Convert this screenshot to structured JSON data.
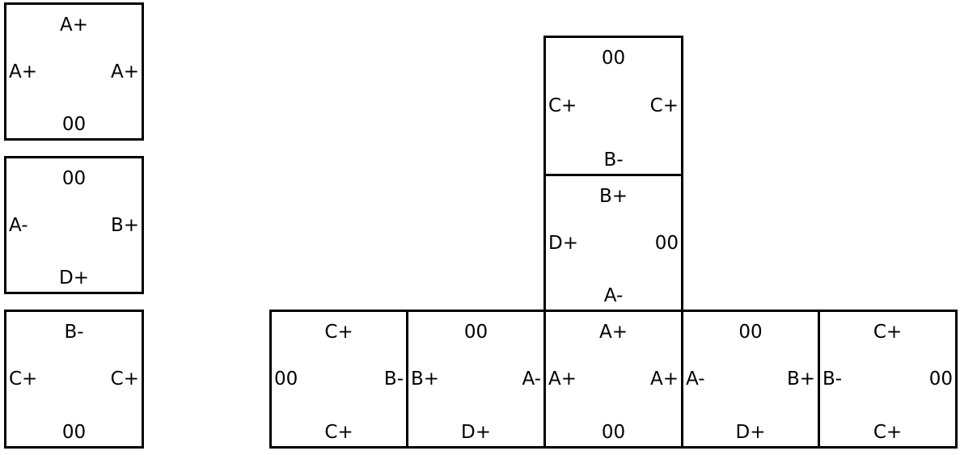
{
  "legend_tiles": [
    {
      "id": "legend-1",
      "top": "A+",
      "left": "A+",
      "right": "A+",
      "bottom": "00"
    },
    {
      "id": "legend-2",
      "top": "00",
      "left": "A-",
      "right": "B+",
      "bottom": "D+"
    },
    {
      "id": "legend-3",
      "top": "B-",
      "left": "C+",
      "right": "C+",
      "bottom": "00"
    }
  ],
  "assembly_tiles": [
    {
      "id": "stack-top",
      "top": "00",
      "left": "C+",
      "right": "C+",
      "bottom": "B-"
    },
    {
      "id": "stack-middle",
      "top": "B+",
      "left": "D+",
      "right": "00",
      "bottom": "A-"
    },
    {
      "id": "row-1",
      "top": "C+",
      "left": "00",
      "right": "B-",
      "bottom": "C+"
    },
    {
      "id": "row-2",
      "top": "00",
      "left": "B+",
      "right": "A-",
      "bottom": "D+"
    },
    {
      "id": "row-3",
      "top": "A+",
      "left": "A+",
      "right": "A+",
      "bottom": "00"
    },
    {
      "id": "row-4",
      "top": "00",
      "left": "A-",
      "right": "B+",
      "bottom": "D+"
    },
    {
      "id": "row-5",
      "top": "C+",
      "left": "B-",
      "right": "00",
      "bottom": "C+"
    }
  ]
}
